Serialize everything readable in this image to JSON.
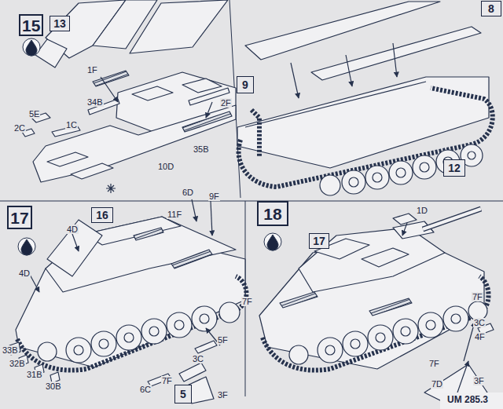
{
  "diagram": {
    "nodes": [
      {
        "text": [
          "15"
        ]
      },
      {
        "text": [
          "13"
        ]
      },
      {
        "text": [
          "8"
        ]
      },
      {
        "text": [
          "9"
        ]
      },
      {
        "text": [
          "12"
        ]
      },
      {
        "text": [
          "17"
        ]
      },
      {
        "text": [
          "16"
        ]
      },
      {
        "text": [
          "18"
        ]
      },
      {
        "text": [
          "17"
        ]
      },
      {
        "text": [
          "5"
        ]
      }
    ],
    "labels": [
      "1F",
      "34B",
      "2F",
      "5E",
      "2C",
      "1C",
      "35B",
      "10D",
      "6D",
      "9F",
      "11F",
      "4D",
      "4D",
      "7F",
      "33B",
      "32B",
      "31B",
      "30B",
      "5F",
      "3C",
      "7F",
      "6C",
      "3F",
      "1D",
      "7F",
      "3C",
      "4F",
      "7F",
      "3F",
      "7D",
      "UM 285.3"
    ]
  }
}
